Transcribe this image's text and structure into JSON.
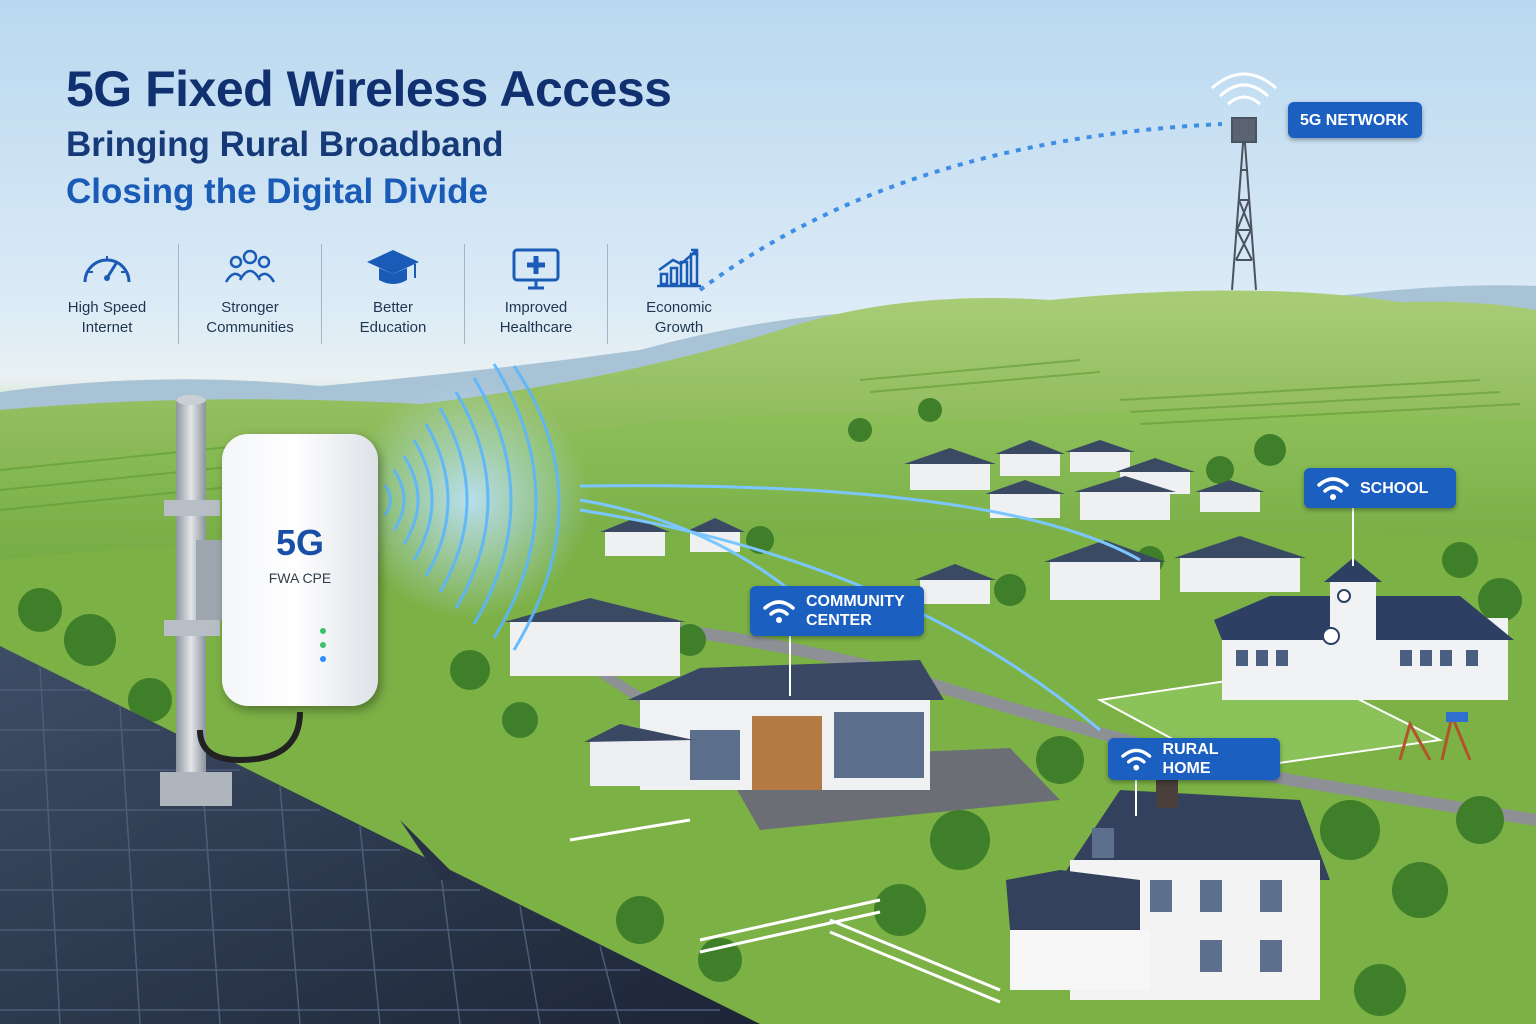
{
  "header": {
    "title": "5G Fixed Wireless Access",
    "subtitle_1": "Bringing Rural Broadband",
    "subtitle_2": "Closing the Digital Divide"
  },
  "benefits": [
    {
      "icon": "speedometer-icon",
      "line1": "High Speed",
      "line2": "Internet"
    },
    {
      "icon": "people-icon",
      "line1": "Stronger",
      "line2": "Communities"
    },
    {
      "icon": "graduation-cap-icon",
      "line1": "Better",
      "line2": "Education"
    },
    {
      "icon": "medical-monitor-icon",
      "line1": "Improved",
      "line2": "Healthcare"
    },
    {
      "icon": "growth-chart-icon",
      "line1": "Economic",
      "line2": "Growth"
    }
  ],
  "device": {
    "label_big": "5G",
    "label_small": "FWA CPE"
  },
  "tags": {
    "network": "5G NETWORK",
    "community_line1": "COMMUNITY",
    "community_line2": "CENTER",
    "school": "SCHOOL",
    "rural_home": "RURAL HOME"
  },
  "colors": {
    "title": "#10306f",
    "subtitle_accent": "#1a5bb8",
    "tag_bg": "#1b5fc1",
    "signal": "#5ab6ff"
  }
}
